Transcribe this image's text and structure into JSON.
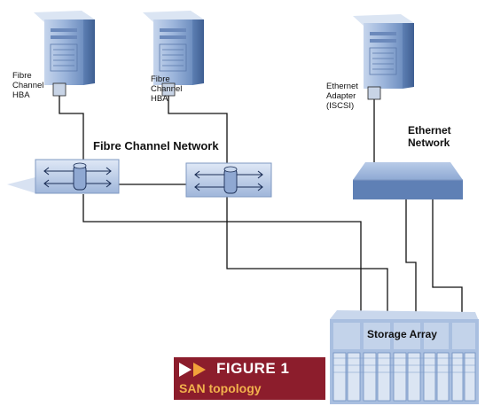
{
  "labels": {
    "hba1": [
      "Fibre",
      "Channel",
      "HBA"
    ],
    "hba2": [
      "Fibre",
      "Channel",
      "HBA"
    ],
    "ethernet_adapter": [
      "Ethernet",
      "Adapter",
      "(ISCSI)"
    ],
    "fibre_channel_network": "Fibre Channel Network",
    "ethernet_network": [
      "Ethernet",
      "Network"
    ],
    "storage_array": "Storage Array"
  },
  "figure": {
    "title": "FIGURE 1",
    "caption": "SAN topology"
  },
  "colors": {
    "device_blue": "#9db6dc",
    "device_dark": "#4d6fa3",
    "figure_bg": "#8c1d2c",
    "figure_caption": "#f2b14c",
    "figure_arrow": "#f2a23a"
  }
}
